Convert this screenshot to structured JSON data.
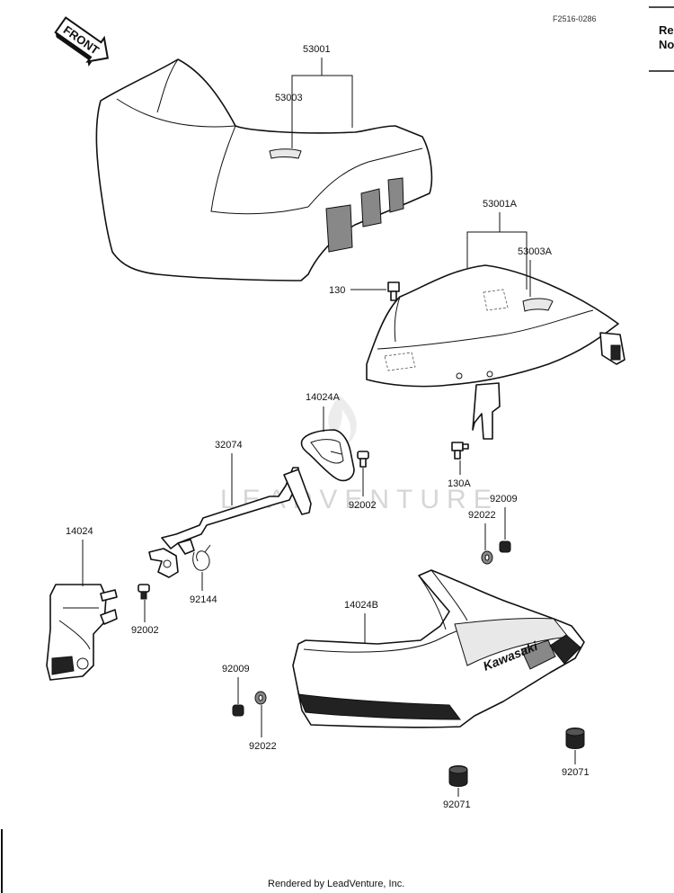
{
  "drawing_code": "F2516-0286",
  "header_fragment": {
    "line1": "Re",
    "line2": "No"
  },
  "front_arrow_label": "FRONT",
  "watermark": "LEADVENTURE",
  "footer": "Rendered by LeadVenture, Inc.",
  "brand_logo": "Kawasaki",
  "callouts": {
    "p53001": "53001",
    "p53003": "53003",
    "p53001A": "53001A",
    "p53003A": "53003A",
    "p130": "130",
    "p130A": "130A",
    "p14024A": "14024A",
    "p32074": "32074",
    "p92002_a": "92002",
    "p92009_a": "92009",
    "p92022_a": "92022",
    "p14024": "14024",
    "p92144": "92144",
    "p92002_b": "92002",
    "p14024B": "14024B",
    "p92009_b": "92009",
    "p92022_b": "92022",
    "p92071_a": "92071",
    "p92071_b": "92071"
  }
}
